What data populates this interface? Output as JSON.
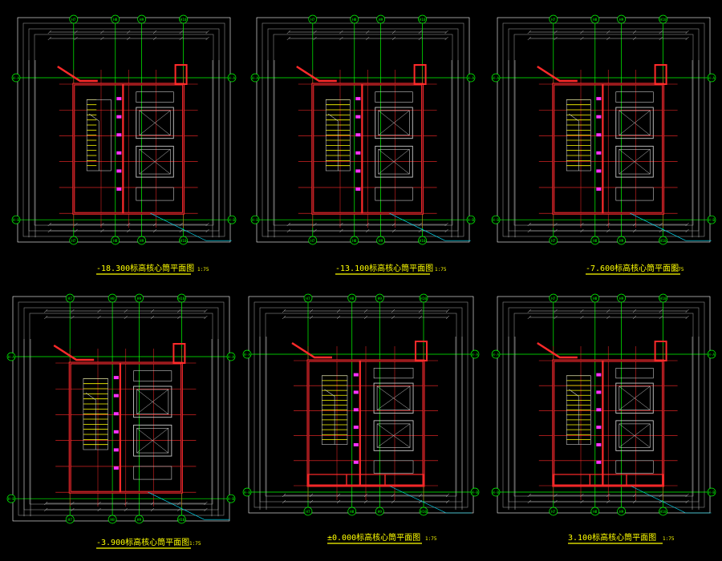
{
  "drawing": {
    "colors": {
      "background": "#000000",
      "frame": "#ffffff",
      "grid_green": "#00ff00",
      "wall_red": "#ff2a2a",
      "wall_fill": "#5a0f18",
      "stair_yellow": "#ffff00",
      "dim_white": "#c8c8c8",
      "annot_magenta": "#ff33ff",
      "leader_cyan": "#00e5ff"
    },
    "grid_bubbles_top": [
      "H7",
      "H8",
      "H9",
      "H10"
    ],
    "grid_bubbles_side": [
      "H-A",
      "H-B"
    ],
    "panels": [
      {
        "title": "-18.300标高核心筒平面图",
        "scale": "1:75"
      },
      {
        "title": "-13.100标高核心筒平面图",
        "scale": "1:75"
      },
      {
        "title": "-7.600标高核心筒平面图",
        "scale": "1:75"
      },
      {
        "title": "-3.900标高核心筒平面图",
        "scale": "1:75"
      },
      {
        "title": "±0.000标高核心筒平面图",
        "scale": "1:75"
      },
      {
        "title": "3.100标高核心筒平面图",
        "scale": "1:75"
      }
    ]
  }
}
